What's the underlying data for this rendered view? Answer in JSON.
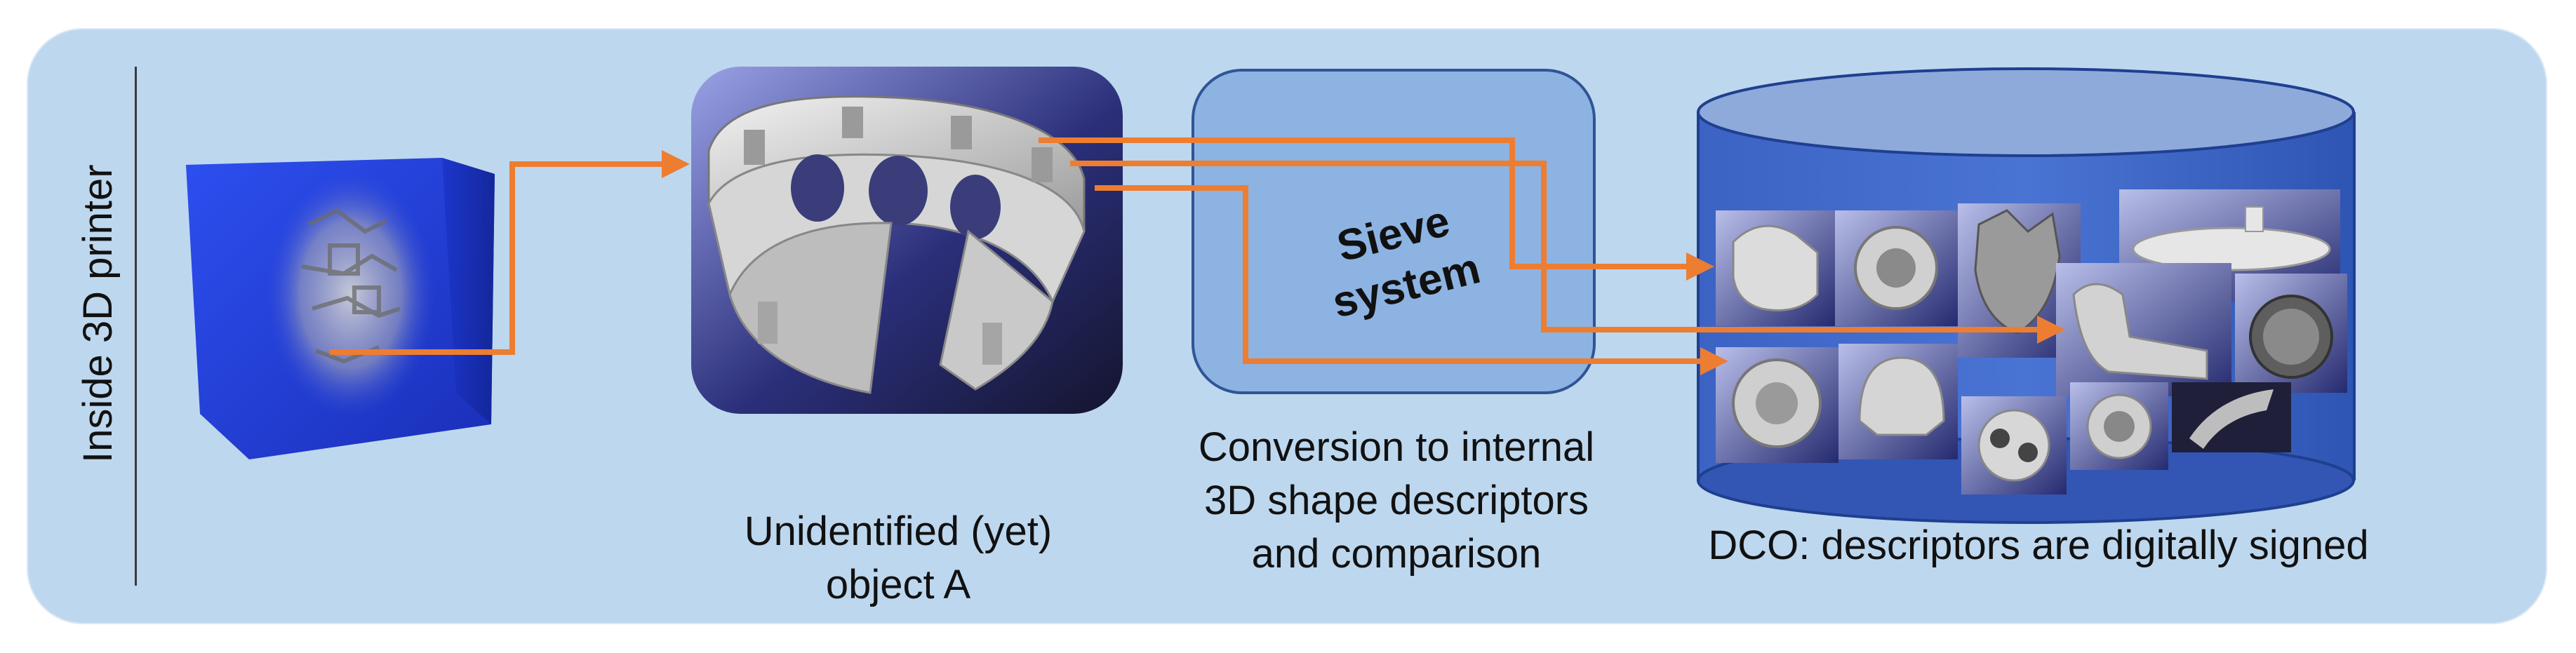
{
  "side_label": "Inside 3D printer",
  "sieve": {
    "line1": "Sieve",
    "line2": "system"
  },
  "captions": {
    "object": [
      "Unidentified (yet)",
      "object A"
    ],
    "conversion": [
      "Conversion to internal",
      "3D shape descriptors",
      "and comparison"
    ],
    "dco": "DCO: descriptors are digitally signed"
  },
  "colors": {
    "panel": "#bdd7ee",
    "arrow": "#ed7d31",
    "cube": "#1f3fd6",
    "sieve_box": "#8db3e2",
    "cylinder": "#4472c4",
    "cylinder_top": "#8eaadb"
  }
}
